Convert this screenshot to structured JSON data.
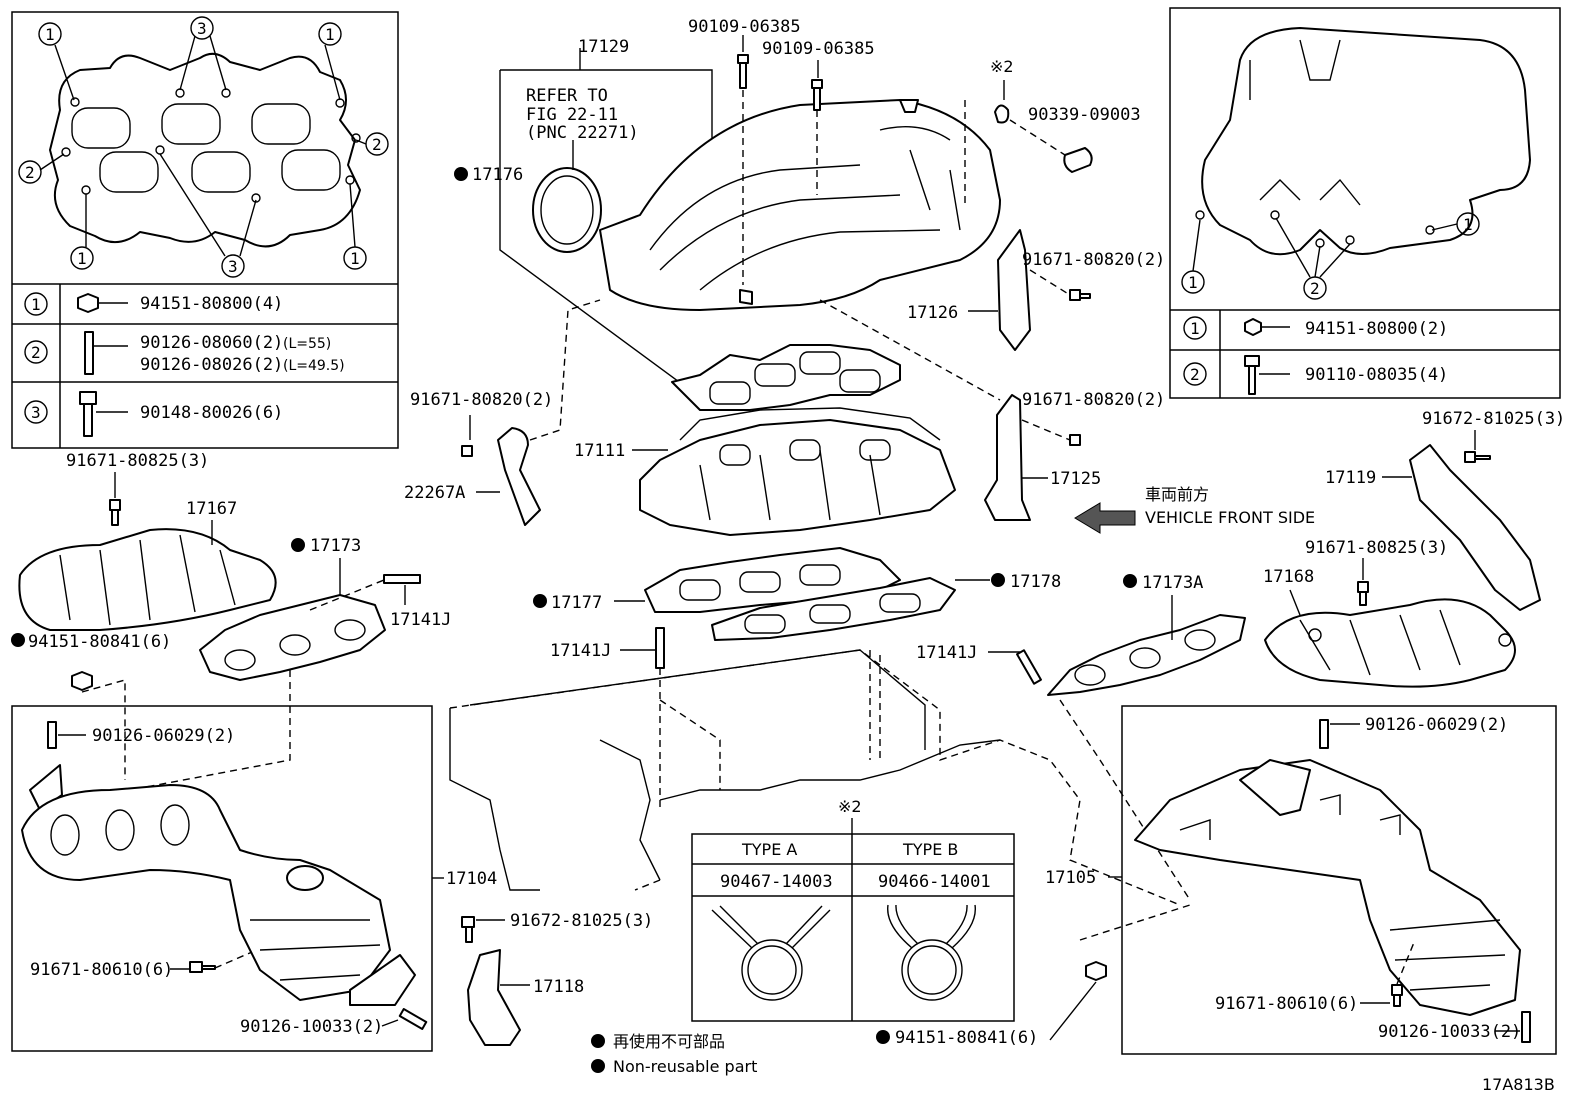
{
  "legend_topleft": {
    "rows": [
      {
        "num": "1",
        "lines": [
          {
            "part": "94151-80800(4)",
            "note": ""
          }
        ]
      },
      {
        "num": "2",
        "lines": [
          {
            "part": "90126-08060(2)",
            "note": "(L=55)"
          },
          {
            "part": "90126-08026(2)",
            "note": "(L=49.5)"
          }
        ]
      },
      {
        "num": "3",
        "lines": [
          {
            "part": "90148-80026(6)",
            "note": ""
          }
        ]
      }
    ]
  },
  "legend_topright": {
    "rows": [
      {
        "num": "1",
        "part": "94151-80800(2)"
      },
      {
        "num": "2",
        "part": "90110-08035(4)"
      }
    ]
  },
  "callouts": {
    "c1": "1",
    "c2": "2",
    "c3": "3"
  },
  "refer": {
    "line1": "REFER TO",
    "line2": "FIG 22-11",
    "line3": "(PNC 22271)"
  },
  "labels": {
    "p17129": "17129",
    "p90109a": "90109-06385",
    "p90109b": "90109-06385",
    "mark2_top": "※2",
    "p90339": "90339-09003",
    "p17176": "17176",
    "p91671_820a": "91671-80820(2)",
    "p17126": "17126",
    "p91671_820b": "91671-80820(2)",
    "p91671_820c": "91671-80820(2)",
    "p17111": "17111",
    "p22267A": "22267A",
    "p17125": "17125",
    "front_jp": "車両前方",
    "front_en": "VEHICLE FRONT SIDE",
    "p91672_1025a": "91672-81025(3)",
    "p17119": "17119",
    "p91671_825a": "91671-80825(3)",
    "p17167": "17167",
    "p17173": "17173",
    "p17141Ja": "17141J",
    "p94151_841a": "94151-80841(6)",
    "p17177": "17177",
    "p17178": "17178",
    "p17173A": "17173A",
    "p91671_825b": "91671-80825(3)",
    "p17168": "17168",
    "p17141Jb": "17141J",
    "p17141Jc": "17141J",
    "p90126_029a": "90126-06029(2)",
    "p90126_029b": "90126-06029(2)",
    "p17104": "17104",
    "p17105": "17105",
    "mark2_mid": "※2",
    "typeA": "TYPE A",
    "typeB": "TYPE B",
    "p90467": "90467-14003",
    "p90466": "90466-14001",
    "p91672_1025b": "91672-81025(3)",
    "p17118": "17118",
    "p91671_610a": "91671-80610(6)",
    "p91671_610b": "91671-80610(6)",
    "p90126_033a": "90126-10033(2)",
    "p90126_033b": "90126-10033(2)",
    "p94151_841b": "94151-80841(6)",
    "nonreuse_jp": "再使用不可部品",
    "nonreuse_en": "Non-reusable part",
    "fig_id": "17A813B"
  }
}
